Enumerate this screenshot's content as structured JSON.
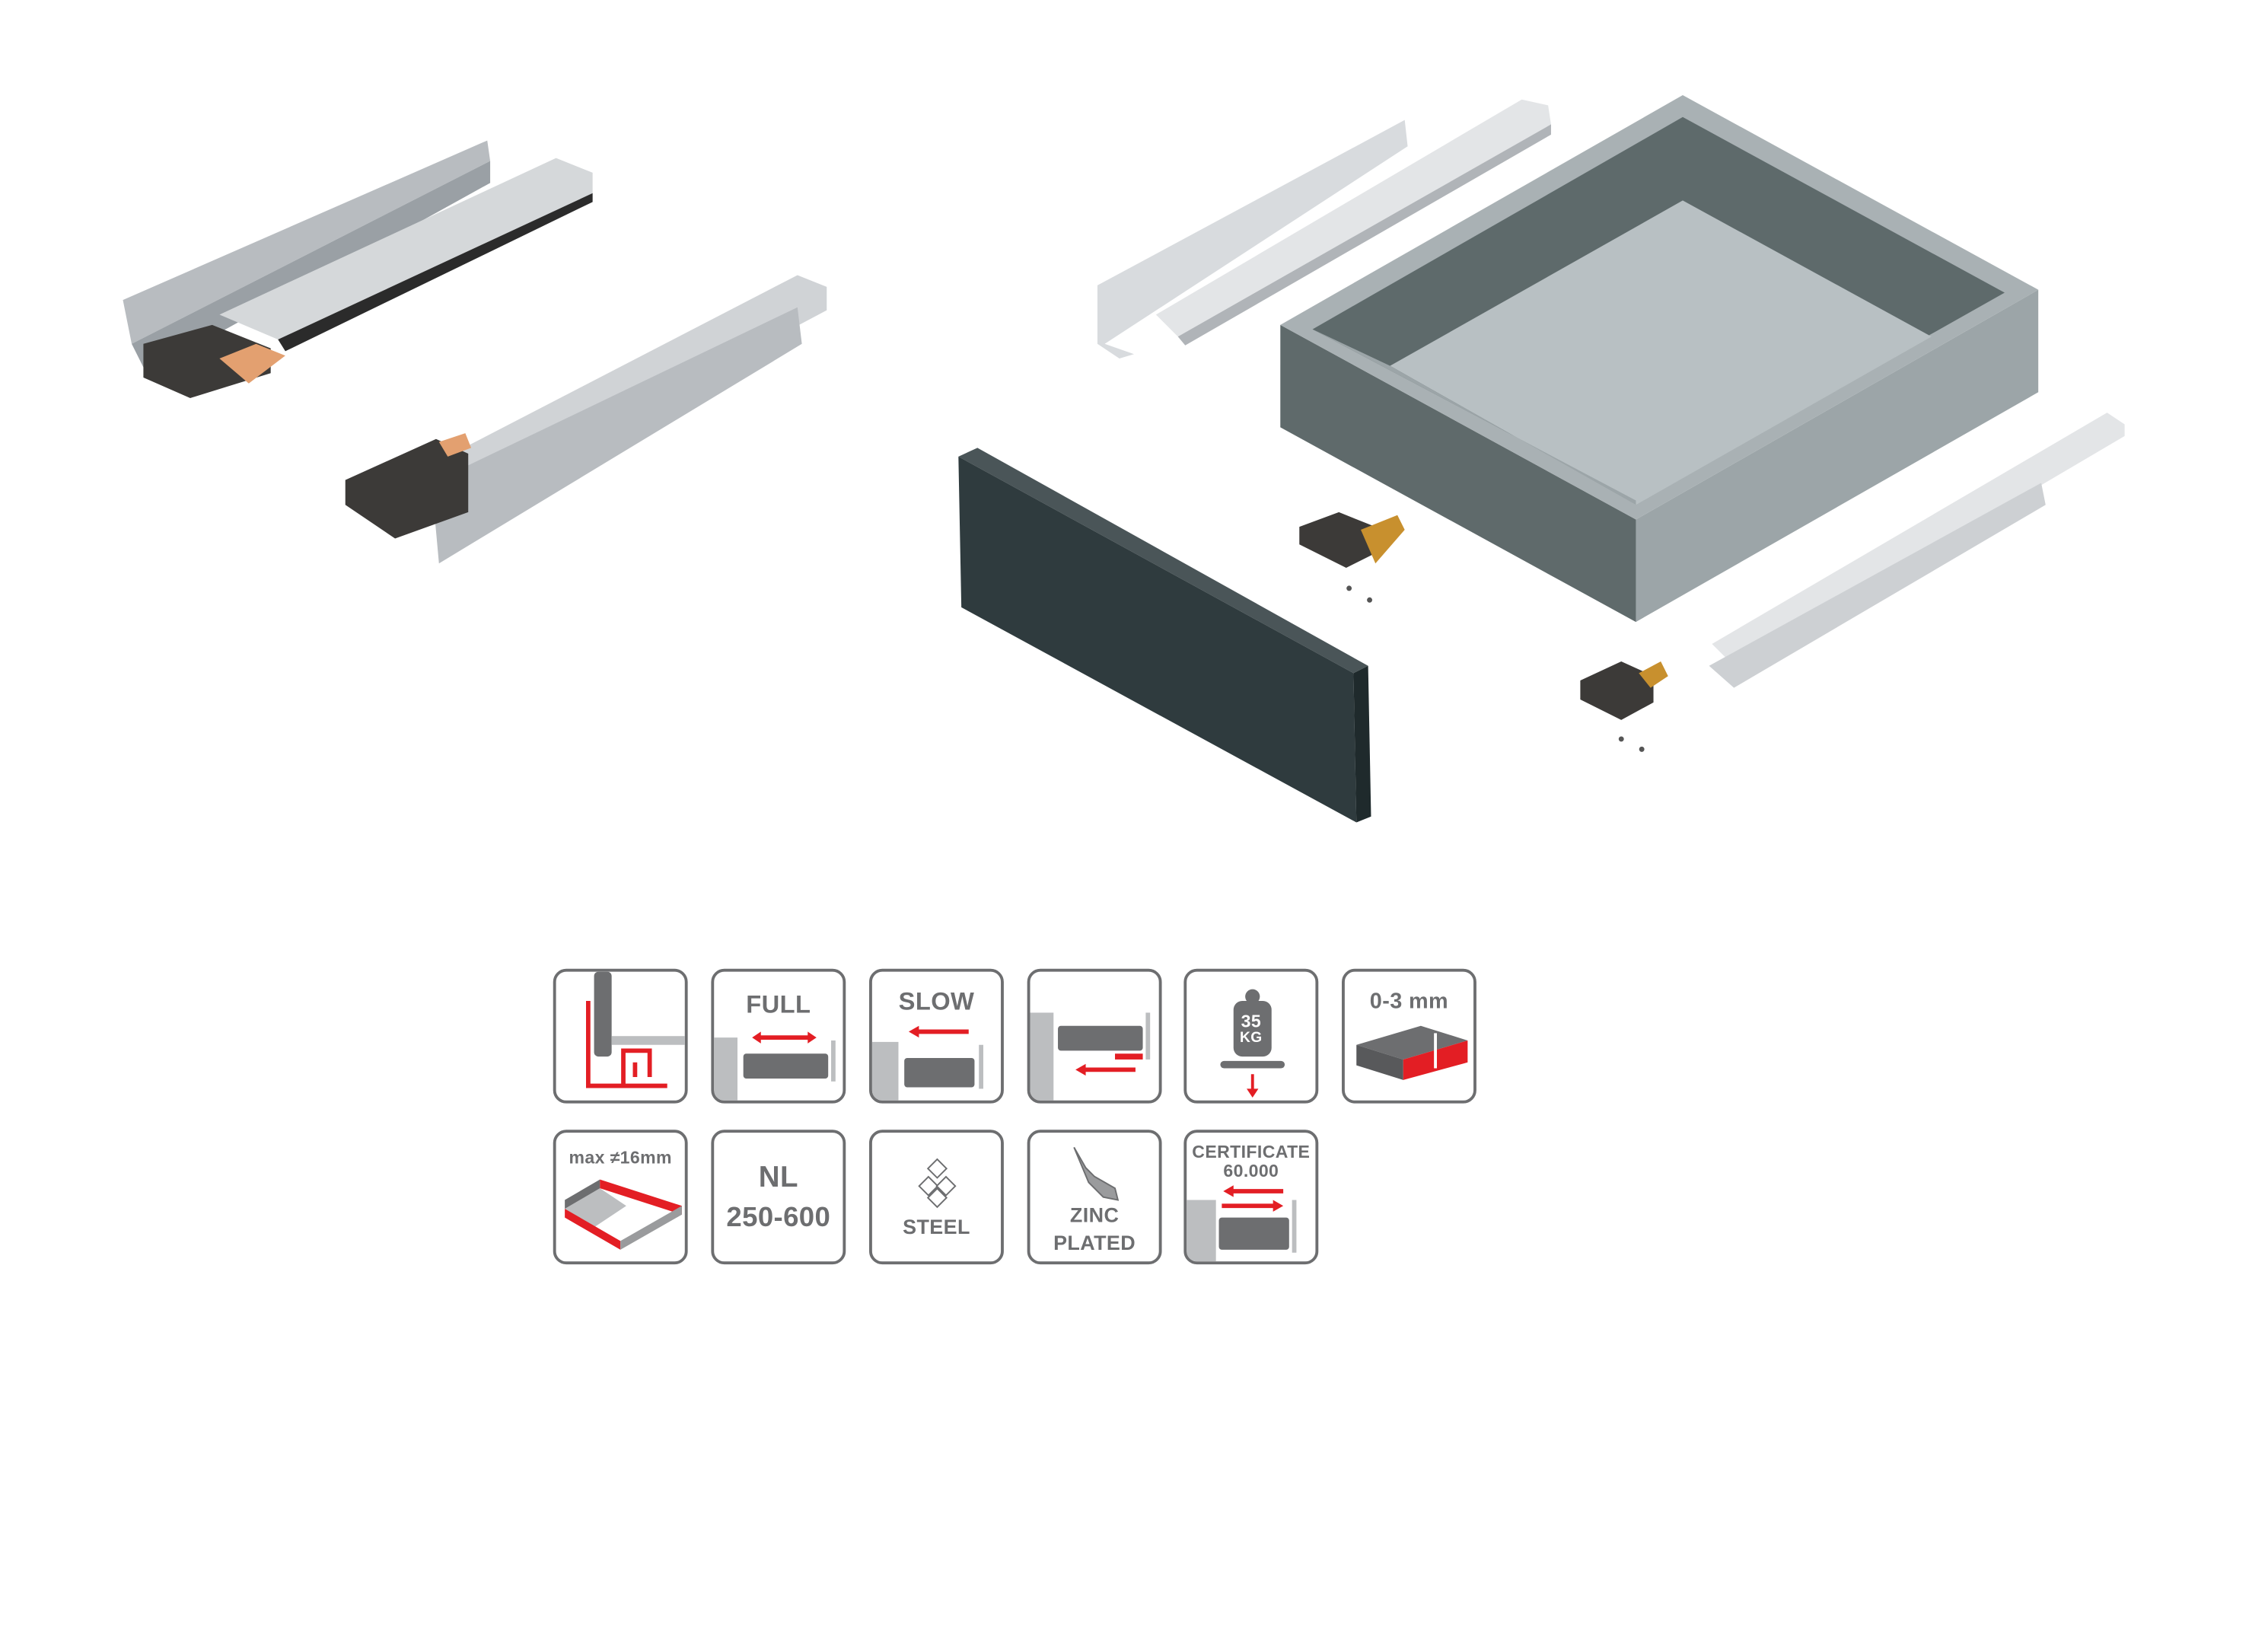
{
  "colors": {
    "frame": "#6d6e70",
    "accent_red": "#e31e24",
    "light_gray": "#bcbec0",
    "panel_dark": "#2f3b3e",
    "drawer_gray": "#9ca5a8"
  },
  "features": [
    {
      "id": "synchronization",
      "icon": "push-lock-icon",
      "label": ""
    },
    {
      "id": "full-extension",
      "icon": "full-extension-icon",
      "label": "FULL"
    },
    {
      "id": "soft-close",
      "icon": "soft-close-icon",
      "label": "SLOW"
    },
    {
      "id": "push-open",
      "icon": "push-open-icon",
      "label": ""
    },
    {
      "id": "load",
      "icon": "weight-icon",
      "label": "",
      "weight_value": "35",
      "weight_unit": "KG"
    },
    {
      "id": "height-adjust",
      "icon": "height-adjust-icon",
      "label": "0-3 mm"
    },
    {
      "id": "side-thickness",
      "icon": "drawer-side-icon",
      "label": "max ≠16mm"
    },
    {
      "id": "nominal-length",
      "icon": "length-icon",
      "label": "NL",
      "value": "250-600"
    },
    {
      "id": "material",
      "icon": "steel-cubes-icon",
      "label": "STEEL"
    },
    {
      "id": "finish",
      "icon": "brush-icon",
      "label": "ZINC",
      "label2": "PLATED"
    },
    {
      "id": "certificate",
      "icon": "cycle-test-icon",
      "label": "CERTIFICATE",
      "value": "60.000"
    }
  ]
}
